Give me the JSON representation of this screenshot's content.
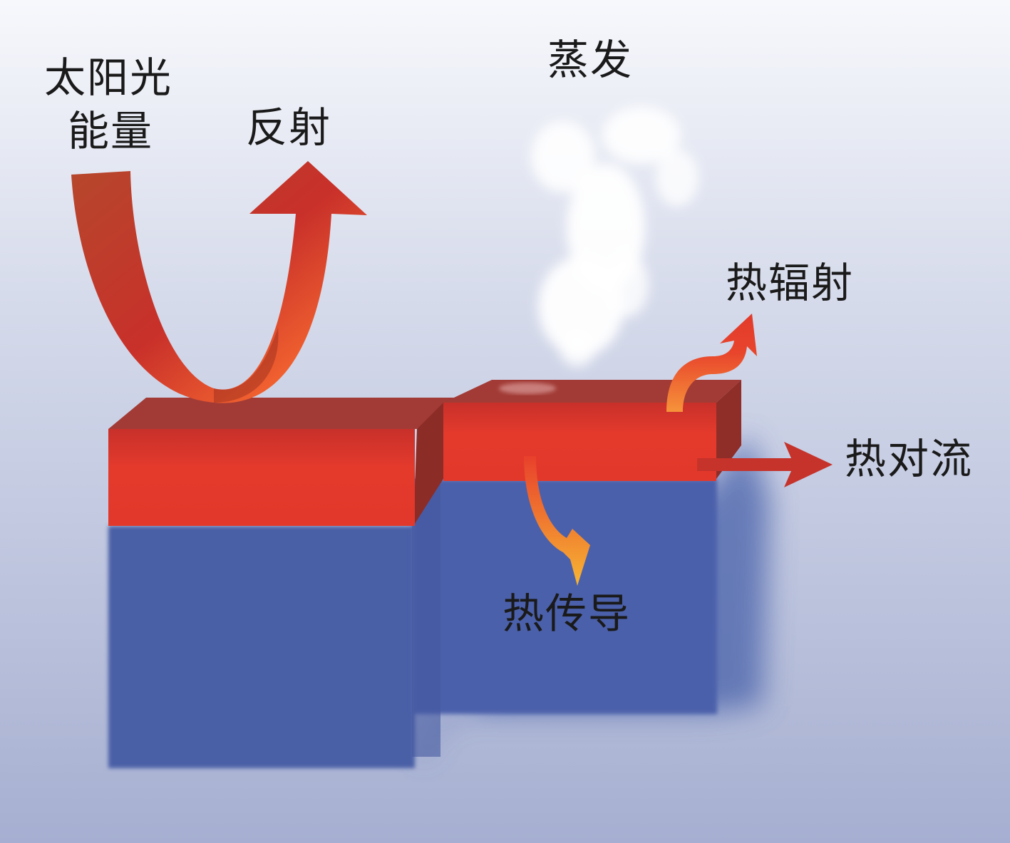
{
  "labels": {
    "solar_line1": "太阳光",
    "solar_line2": "能量",
    "reflection": "反射",
    "evaporation": "蒸发",
    "radiation": "热辐射",
    "convection": "热对流",
    "conduction": "热传导"
  },
  "colors": {
    "background_top": "#f5f7fb",
    "background_bottom": "#a7b0d2",
    "water": "#4a5ea6",
    "heated_layer": "#e2382b",
    "heated_layer_top": "#a23b36",
    "arrow_light": "#f28a3a"
  }
}
